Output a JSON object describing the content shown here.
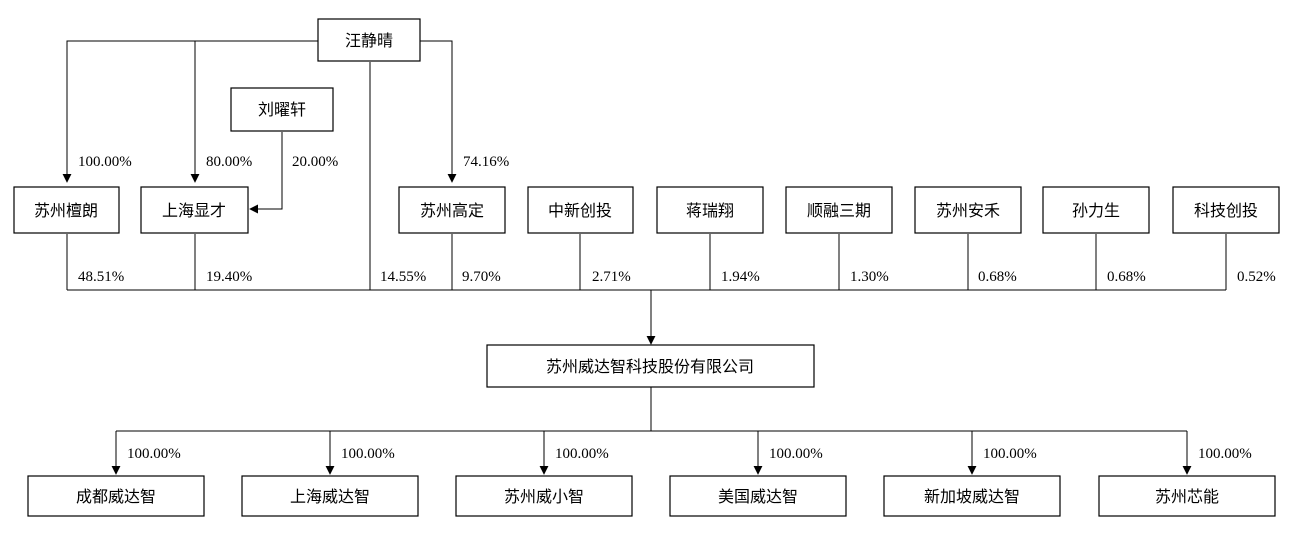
{
  "top_holder": {
    "label": "汪静晴"
  },
  "liu": {
    "label": "刘曜轩"
  },
  "subsidiaries_of_wang": [
    {
      "label": "苏州檀朗",
      "pct": "100.00%"
    },
    {
      "label": "上海显才",
      "pct": "80.00%"
    },
    {
      "label": "苏州高定",
      "pct": "74.16%"
    }
  ],
  "liu_to_shanghai_pct": "20.00%",
  "shareholders": [
    {
      "label": "苏州檀朗",
      "pct": "48.51%"
    },
    {
      "label": "上海显才",
      "pct": "19.40%"
    },
    {
      "label": "汪静晴",
      "pct": "14.55%"
    },
    {
      "label": "苏州高定",
      "pct": "9.70%"
    },
    {
      "label": "中新创投",
      "pct": "2.71%"
    },
    {
      "label": "蒋瑞翔",
      "pct": "1.94%"
    },
    {
      "label": "顺融三期",
      "pct": "1.30%"
    },
    {
      "label": "苏州安禾",
      "pct": "0.68%"
    },
    {
      "label": "孙力生",
      "pct": "0.68%"
    },
    {
      "label": "科技创投",
      "pct": "0.52%"
    }
  ],
  "company": {
    "label": "苏州威达智科技股份有限公司"
  },
  "children": [
    {
      "label": "成都威达智",
      "pct": "100.00%"
    },
    {
      "label": "上海威达智",
      "pct": "100.00%"
    },
    {
      "label": "苏州威小智",
      "pct": "100.00%"
    },
    {
      "label": "美国威达智",
      "pct": "100.00%"
    },
    {
      "label": "新加坡威达智",
      "pct": "100.00%"
    },
    {
      "label": "苏州芯能",
      "pct": "100.00%"
    }
  ]
}
